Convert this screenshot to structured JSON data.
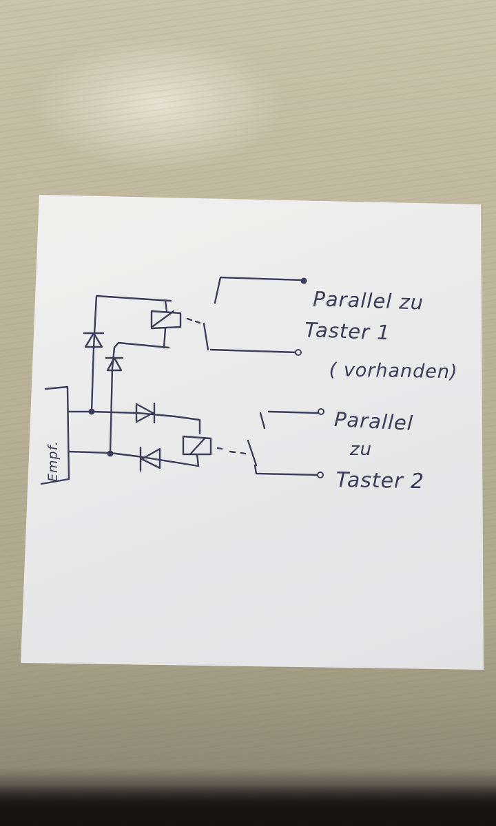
{
  "receiver": {
    "label": "Empf."
  },
  "outputs": [
    {
      "line1": "Parallel zu",
      "line2": "Taster 1",
      "line3": "( vorhanden)"
    },
    {
      "line1": "Parallel",
      "line2": "zu",
      "line3": "Taster 2"
    }
  ],
  "colors": {
    "ink": "#3b3d5a",
    "paper": "#ececec",
    "table": "#bdb69c"
  }
}
